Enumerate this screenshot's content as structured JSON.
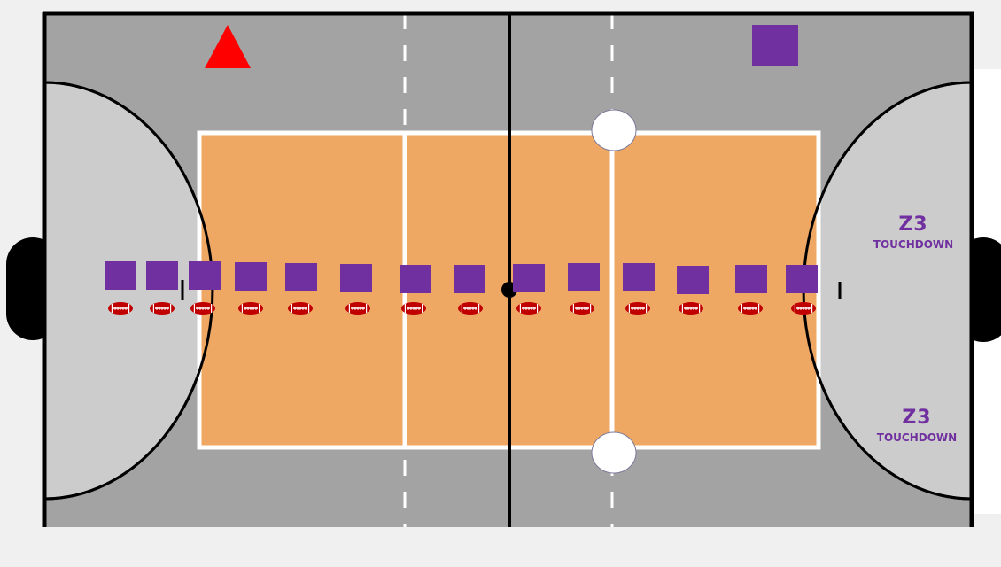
{
  "colors": {
    "page_background": "#f0f0f0",
    "outer_court": "#a3a3a3",
    "goal_area": "#cccccc",
    "inner_court": "#efa764",
    "lines": "#ffffff",
    "border": "#000000",
    "team_square": "#7030a0",
    "cone": "#ff0000",
    "football": "#c00000",
    "label": "#7030a0"
  },
  "icons": {
    "cone": "red-triangle-cone",
    "team_marker": "purple-square",
    "ball": "football",
    "post": "white-oval-post"
  },
  "zones": [
    {
      "label": "Z3",
      "sublabel": "TOUCHDOWN"
    },
    {
      "label": "Z3",
      "sublabel": "TOUCHDOWN"
    }
  ],
  "players_in_row": 14,
  "footballs_in_row": 14
}
